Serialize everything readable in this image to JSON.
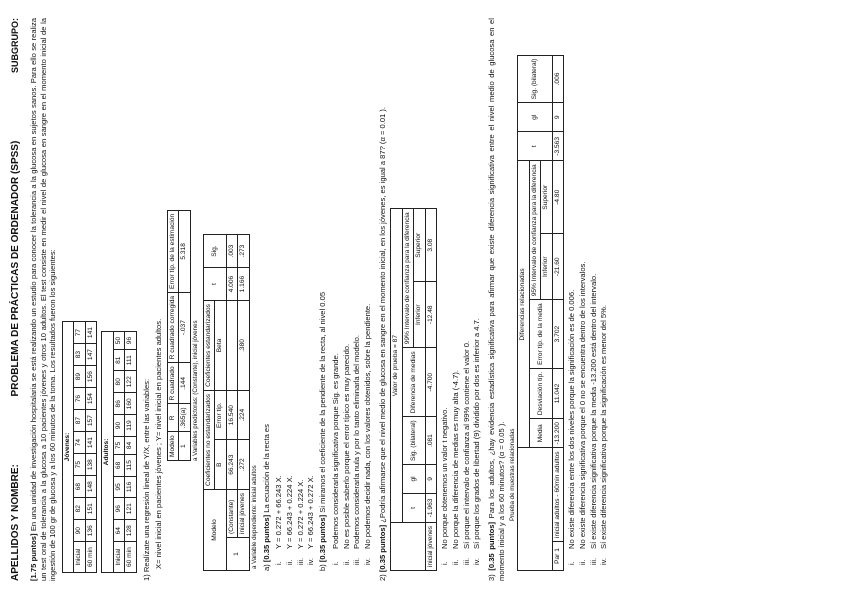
{
  "header": {
    "title": "PROBLEMA DE PRÁCTICAS DE ORDENADOR (SPSS)",
    "apellidos": "APELLIDOS Y NOMBRE:",
    "subgrupo": "SUBGRUPO:"
  },
  "intro": {
    "points": "[1.75 puntos]",
    "text": "En una unidad de investigación hospitalaria se está realizando un estudio para conocer la tolerancia a la glucosa en sujetos sanos. Para ello se realiza un test oral de tolerancia a la glucosa a 10 pacientes jóvenes y otros 10 adultos. El test consiste en medir el nivel de glucosa en sangre en el momento inicial de la ingestión de 100 gr de glucosa y a los 60 minutos de la toma. Los resultados fueron los siguientes:"
  },
  "data_tables": {
    "jovenes": {
      "group": "Jóvenes:",
      "rows": [
        {
          "label": "Inicial",
          "values": [
            "90",
            "82",
            "68",
            "75",
            "74",
            "87",
            "76",
            "89",
            "83",
            "77"
          ]
        },
        {
          "label": "60 min",
          "values": [
            "136",
            "151",
            "148",
            "138",
            "141",
            "157",
            "154",
            "156",
            "147",
            "141"
          ]
        }
      ]
    },
    "adultos": {
      "group": "Adultos:",
      "rows": [
        {
          "label": "Inicial",
          "values": [
            "64",
            "96",
            "95",
            "68",
            "75",
            "90",
            "86",
            "80",
            "81",
            "50"
          ]
        },
        {
          "label": "60 min",
          "values": [
            "128",
            "121",
            "116",
            "115",
            "84",
            "119",
            "160",
            "122",
            "111",
            "96"
          ]
        }
      ]
    }
  },
  "q1": {
    "number": "1)",
    "text": "Realízate una regresión lineal de Y/X, entre las variables:",
    "vars": "X= nivel inicial en pacientes jóvenes ; Y= nivel inicial en pacientes adultos."
  },
  "model_summary": {
    "headers": [
      "Modelo",
      "R",
      "R cuadrado",
      "R cuadrado corregida",
      "Error típ. de la estimación"
    ],
    "row": [
      "1",
      ".365(a)",
      ".144",
      "-.037",
      "5.318"
    ],
    "footnote": "a Variables predictoras: (Constante), inicial jóvenes"
  },
  "coefficients": {
    "h_modelo": "Modelo",
    "h_nostd": "Coeficientes no estandarizados",
    "h_std": "Coeficientes estandarizados",
    "h_t": "t",
    "h_sig": "Sig.",
    "h_b": "B",
    "h_err": "Error típ.",
    "h_beta": "Beta",
    "model_n": "1",
    "rows": [
      {
        "name": "(Constante)",
        "b": "66.243",
        "err": "16.540",
        "beta": "",
        "t": "4.006",
        "sig": ".003"
      },
      {
        "name": "inicial jóvenes",
        "b": ".272",
        "err": ".224",
        "beta": ".380",
        "t": "1.166",
        "sig": ".273"
      }
    ],
    "footnote": "a Variable dependiente: inicial adultos"
  },
  "qa": {
    "label": "a)",
    "points": "[0.35 puntos]",
    "text": "La ecuación de la recta es",
    "options": [
      {
        "n": "i.",
        "t": "Y = 0.272 + 66.243 X."
      },
      {
        "n": "ii.",
        "t": "Y = 66.243 + 0.224 X."
      },
      {
        "n": "iii.",
        "t": "Y = 0.272 + 0.224 X."
      },
      {
        "n": "iv.",
        "t": "Y = 66.243 + 0.272 X."
      }
    ]
  },
  "qb": {
    "label": "b)",
    "points": "[0.35 puntos]",
    "text": "Si miramos el coeficiente de la pendiente de la recta, al nivel 0.05",
    "options": [
      {
        "n": "i.",
        "t": "Podemos considerarla significativa porque Sig. es grande."
      },
      {
        "n": "ii.",
        "t": "No es posible saberlo porque el error típico es muy parecido."
      },
      {
        "n": "iii.",
        "t": "Podemos considerarla nula y por lo tanto eliminarla del modelo."
      },
      {
        "n": "iv.",
        "t": "No podemos decidir nada, con los valores obtenidos, sobre la pendiente."
      }
    ]
  },
  "q2": {
    "number": "2)",
    "points": "[0.35 puntos]",
    "text": "¿Podría afirmarse que el nivel medio de glucosa en sangre en el momento inicial, en los jóvenes, es igual a 87? (α = 0.01 ).",
    "table": {
      "title": "Valor de prueba = 87",
      "h_t": "t",
      "h_gl": "gl",
      "h_sig": "Sig. (bilateral)",
      "h_dif": "Diferencia de medias",
      "h_ic": "99% Intervalo de confianza para la diferencia",
      "h_inf": "Inferior",
      "h_sup": "Superior",
      "row": {
        "name": "inicial jóvenes",
        "t": "-1.963",
        "gl": "9",
        "sig": ".081",
        "dif": "-4.700",
        "inf": "-12.48",
        "sup": "3.08"
      }
    },
    "options": [
      {
        "n": "i.",
        "t": "No porque obtenemos un valor t negativo."
      },
      {
        "n": "ii.",
        "t": "No porque la diferencia de medias es muy alta (-4.7)."
      },
      {
        "n": "iii.",
        "t": "Sí porque el intervalo de confianza al 99% contiene el valor 0."
      },
      {
        "n": "iv.",
        "t": "Sí porque los grados de libertad (9) dividido por dos es inferior a 4.7."
      }
    ]
  },
  "q3": {
    "number": "3)",
    "points": "[0.35 puntos]",
    "text": "Para los adultos, ¿hay evidencia estadística significativa para afirmar que existe diferencia significativa entre el nivel medio de glucosa en el momento inicial y a los 60 minutos? (α = 0.05 ).",
    "table": {
      "title": "Prueba de muestras relacionadas",
      "h_group": "Diferencias relacionadas",
      "h_media": "Media",
      "h_desv": "Desviación típ.",
      "h_err": "Error típ. de la media",
      "h_ic": "95% Intervalo de confianza para la diferencia",
      "h_inf": "Inferior",
      "h_sup": "Superior",
      "h_t": "t",
      "h_gl": "gl",
      "h_sig": "Sig. (bilateral)",
      "row": {
        "par": "Par 1",
        "name": "inicial adultos - 60min adultos",
        "media": "-13.200",
        "desv": "11.042",
        "err": "3.702",
        "inf": "-21.60",
        "sup": "-4.80",
        "t": "-3.563",
        "gl": "9",
        "sig": ".006"
      }
    },
    "options": [
      {
        "n": "i.",
        "t": "No existe diferencia entre los dos niveles porque la significación es de 0.006."
      },
      {
        "n": "ii.",
        "t": "No existe diferencia significativa porque el 0 no se encuentra dentro de los intervalos."
      },
      {
        "n": "iii.",
        "t": "Sí existe diferencia significativa porque la media -13.200 está dentro del intervalo."
      },
      {
        "n": "iv.",
        "t": "Sí existe diferencia significativa porque la significación es menor del 5%."
      }
    ]
  }
}
